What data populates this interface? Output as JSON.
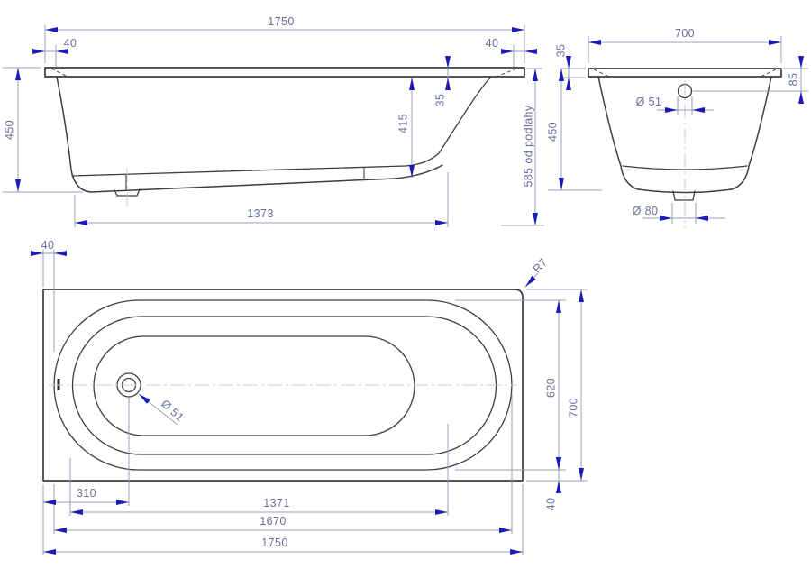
{
  "colors": {
    "outline": "#3d3d42",
    "dimension_line": "#98a2ba",
    "arrow": "#1b1bb8",
    "text": "#66719b",
    "centerline": "#c4cbd9",
    "background": "#ffffff"
  },
  "side": {
    "length": "1750",
    "overhang_left": "40",
    "overhang_right": "40",
    "height": "450",
    "rim_thickness": "35",
    "inner_depth": "415",
    "bottom_length": "1373",
    "height_from_floor": "585 od podlahy"
  },
  "end": {
    "width": "700",
    "rim_thickness": "35",
    "overflow_offset": "85",
    "height": "450",
    "overflow_diameter": "Ø 51",
    "drain_diameter": "Ø 80"
  },
  "plan": {
    "rim_overhang": "40",
    "corner_radius": "R7",
    "inner_width": "620",
    "width": "700",
    "rim_gap": "40",
    "drain_offset": "310",
    "floor_length": "1371",
    "inner_length": "1670",
    "length": "1750",
    "drain_diameter": "Ø 51"
  }
}
